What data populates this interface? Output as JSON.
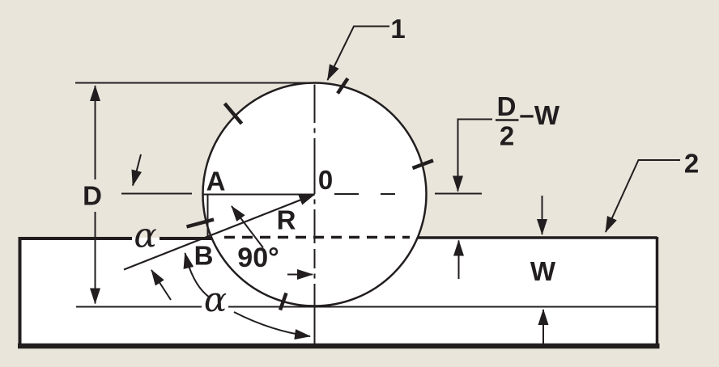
{
  "colors": {
    "background": "#e9e5db",
    "ink": "#221e1f",
    "surface": "#ffffff"
  },
  "diagram": {
    "callouts": {
      "circle_item": "1",
      "plate_item": "2"
    },
    "points": {
      "a": "A",
      "center": "0",
      "b": "B"
    },
    "dimensions": {
      "diameter": "D",
      "plate_width": "W",
      "radius": "R",
      "offset_numerator": "D",
      "offset_denominator": "2",
      "offset_operator": "–",
      "offset_term": "W"
    },
    "angles": {
      "right_angle": "90°",
      "alpha_edge": "α",
      "alpha_bottom": "α"
    }
  }
}
